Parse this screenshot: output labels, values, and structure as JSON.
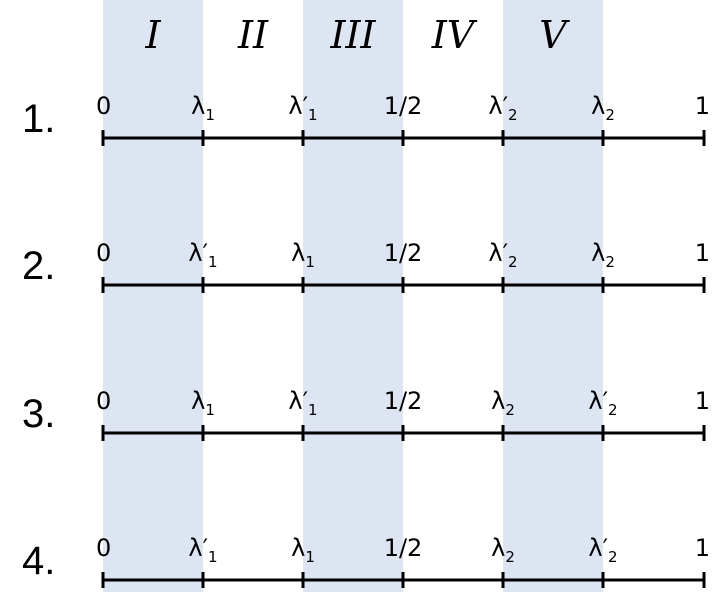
{
  "colors": {
    "band": "#dce5f1",
    "line": "#000000",
    "background": "#ffffff"
  },
  "regions": [
    "I",
    "II",
    "III",
    "IV",
    "V"
  ],
  "region_shaded": [
    true,
    false,
    true,
    false,
    true
  ],
  "rows": [
    {
      "number": "1.",
      "labels": [
        {
          "base": "0"
        },
        {
          "base": "λ",
          "sub": "1"
        },
        {
          "base": "λ′",
          "sub": "1"
        },
        {
          "base": "1/2"
        },
        {
          "base": "λ′",
          "sub": "2"
        },
        {
          "base": "λ",
          "sub": "2"
        },
        {
          "base": "1"
        }
      ]
    },
    {
      "number": "2.",
      "labels": [
        {
          "base": "0"
        },
        {
          "base": "λ′",
          "sub": "1"
        },
        {
          "base": "λ",
          "sub": "1"
        },
        {
          "base": "1/2"
        },
        {
          "base": "λ′",
          "sub": "2"
        },
        {
          "base": "λ",
          "sub": "2"
        },
        {
          "base": "1"
        }
      ]
    },
    {
      "number": "3.",
      "labels": [
        {
          "base": "0"
        },
        {
          "base": "λ",
          "sub": "1"
        },
        {
          "base": "λ′",
          "sub": "1"
        },
        {
          "base": "1/2"
        },
        {
          "base": "λ",
          "sub": "2"
        },
        {
          "base": "λ′",
          "sub": "2"
        },
        {
          "base": "1"
        }
      ]
    },
    {
      "number": "4.",
      "labels": [
        {
          "base": "0"
        },
        {
          "base": "λ′",
          "sub": "1"
        },
        {
          "base": "λ",
          "sub": "1"
        },
        {
          "base": "1/2"
        },
        {
          "base": "λ",
          "sub": "2"
        },
        {
          "base": "λ′",
          "sub": "2"
        },
        {
          "base": "1"
        }
      ]
    }
  ]
}
